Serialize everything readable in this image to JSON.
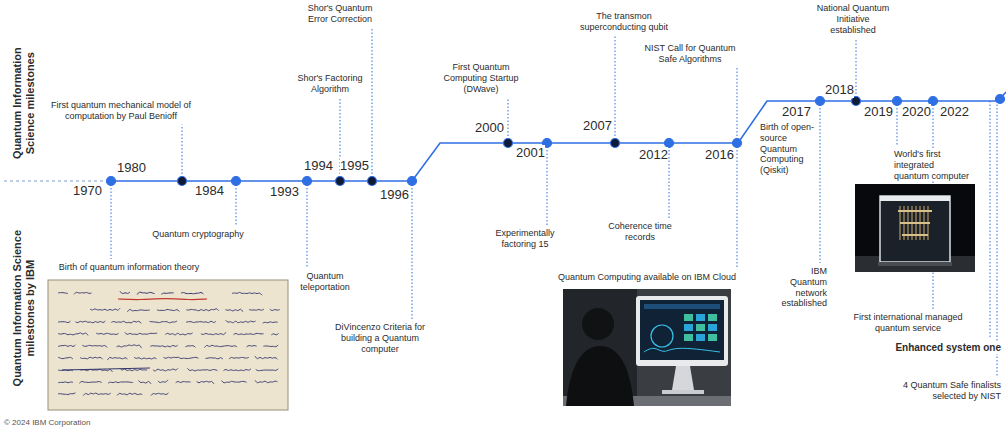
{
  "diagram": {
    "labels": [
      "Quantum Information Science milestones",
      "Quantum Information Science milestones by IBM",
      "Shor's Quantum Error Correction",
      "The transmon superconducting qubit",
      "National Quantum Initiative established",
      "NIST Call for Quantum Safe Algorithms",
      "First Quantum Computing Startup (DWave)",
      "Shor's Factoring Algorithm",
      "First quantum mechanical model of computation by Paul Benioff",
      "1970",
      "1980",
      "1984",
      "1993",
      "1994",
      "1995",
      "1996",
      "2000",
      "2001",
      "2007",
      "2012",
      "2016",
      "2017",
      "2018",
      "2019",
      "2020",
      "2022",
      "Birth of open-source Quantum Computing (Qiskit)",
      "World's first integrated quantum computer",
      "Experimentally factoring 15",
      "Coherence time records",
      "Quantum cryptography",
      "Birth of quantum information theory",
      "IBM Quantum network established",
      "Quantum teleportation",
      "Quantum Computing available on IBM Cloud",
      "First international managed quantum service",
      "DiVincenzo Criteria for building a Quantum computer",
      "Enhanced system one",
      "4 Quantum Safe finalists selected by NIST",
      "© 2024 IBM Corporation"
    ]
  }
}
